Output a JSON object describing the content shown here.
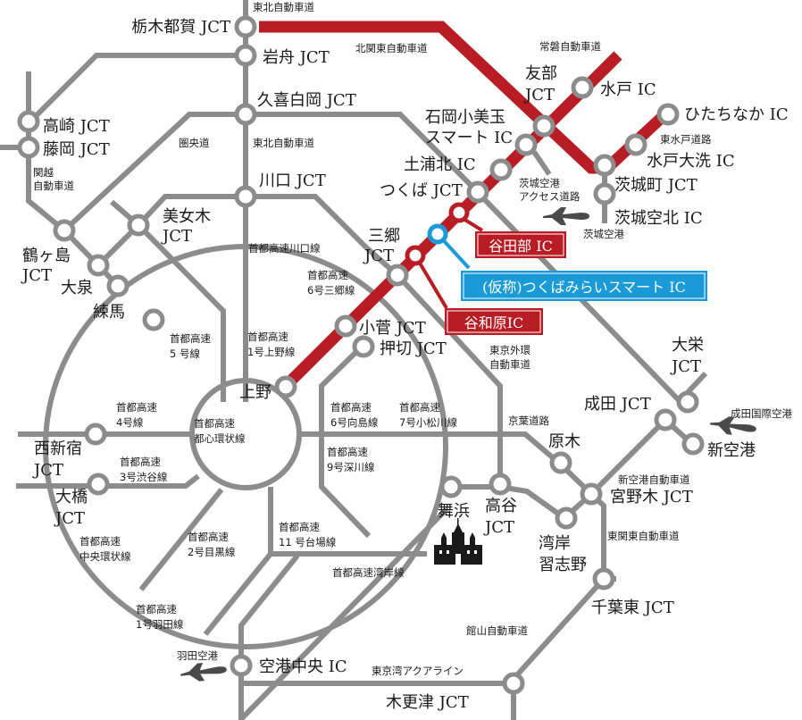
{
  "colors": {
    "road": "#8c8c8c",
    "highlight_route": "#b81c24",
    "new_ic": "#1a9ad6",
    "text": "#1a1a1a",
    "background": "#ffffff"
  },
  "junctions": {
    "tochigi_tsuga": "栃木都賀 JCT",
    "iwafune": "岩舟 JCT",
    "kuki_shiraoka": "久喜白岡 JCT",
    "takasaki": "高崎 JCT",
    "fujioka": "藤岡 JCT",
    "kawaguchi": "川口 JCT",
    "bijogi_1": "美女木",
    "bijogi_2": "JCT",
    "tsurugashima_1": "鶴ヶ島",
    "tsurugashima_2": "JCT",
    "oizumi": "大泉",
    "nerima": "練馬",
    "tomobe_1": "友部",
    "tomobe_2": "JCT",
    "mito_ic": "水戸 IC",
    "hitachinaka_ic": "ひたちなか IC",
    "ishioka_1": "石岡小美玉",
    "ishioka_2": "スマート IC",
    "tsuchiura_kita": "土浦北 IC",
    "tsukuba_jct": "つくば JCT",
    "mito_oarai": "水戸大洗 IC",
    "ibarakimachi": "茨城町 JCT",
    "ibaraki_kuko_kita": "茨城空北 IC",
    "misato_1": "三郷",
    "misato_2": "JCT",
    "kosuge": "小菅 JCT",
    "oshikiri": "押切 JCT",
    "ueno": "上野",
    "taiei_1": "大栄",
    "taiei_2": "JCT",
    "narita": "成田 JCT",
    "shinkuko": "新空港",
    "haraki": "原木",
    "miyanogi": "宮野木 JCT",
    "nishi_shinjuku_1": "西新宿",
    "nishi_shinjuku_2": "JCT",
    "ohashi_1": "大橋",
    "ohashi_2": "JCT",
    "maihama": "舞浜",
    "koya_1": "高谷",
    "koya_2": "JCT",
    "wangan_1": "湾岸",
    "wangan_2": "習志野",
    "chiba_higashi": "千葉東 JCT",
    "kuko_chuo": "空港中央 IC",
    "kisarazu": "木更津 JCT"
  },
  "highlight_labels": {
    "yatabe": "谷田部 IC",
    "tsukuba_mirai": "(仮称)つくばみらいスマート IC",
    "yawara": "谷和原IC"
  },
  "road_names": {
    "tohoku_top": "東北自動車道",
    "kita_kanto": "北関東自動車道",
    "joban": "常磐自動車道",
    "tohoku_mid": "東北自動車道",
    "kenodo": "圏央道",
    "kanetsu_1": "関越",
    "kanetsu_2": "自動車道",
    "higashi_mito": "東水戸道路",
    "ibaraki_access_1": "茨城空港",
    "ibaraki_access_2": "アクセス道路",
    "ibaraki_airport": "茨城空港",
    "shuto_kawaguchi": "首都高速川口線",
    "shuto_6_misato_1": "首都高速",
    "shuto_6_misato_2": "6号三郷線",
    "shuto_5_1": "首都高速",
    "shuto_5_2": "5 号線",
    "shuto_1_ueno_1": "首都高速",
    "shuto_1_ueno_2": "1号上野線",
    "gaikan_1": "東京外環",
    "gaikan_2": "自動車道",
    "shuto_4_1": "首都高速",
    "shuto_4_2": "4号線",
    "toshin_1": "首都高速",
    "toshin_2": "都心環状線",
    "shuto_6_mukojima_1": "首都高速",
    "shuto_6_mukojima_2": "6号向島線",
    "shuto_7_1": "首都高速",
    "shuto_7_2": "7号小松川線",
    "keiyo": "京葉道路",
    "narita_airport": "成田国際空港",
    "shuto_3_1": "首都高速",
    "shuto_3_2": "3号渋谷線",
    "shuto_9_1": "首都高速",
    "shuto_9_2": "9号深川線",
    "shinkuko_road": "新空港自動車道",
    "shuto_chuo_1": "首都高速",
    "shuto_chuo_2": "中央環状線",
    "shuto_2_1": "首都高速",
    "shuto_2_2": "2号目黒線",
    "shuto_11_1": "首都高速",
    "shuto_11_2": "11 号台場線",
    "higashi_kanto": "東関東自動車道",
    "shuto_wangan": "首都高速湾岸線",
    "shuto_haneda_1": "首都高速",
    "shuto_haneda_2": "1号羽田線",
    "tateyama": "館山自動車道",
    "haneda_airport": "羽田空港",
    "aqualine": "東京湾アクアライン"
  },
  "icons": {
    "airport": "airplane-icon",
    "theme_park": "castle-icon"
  }
}
